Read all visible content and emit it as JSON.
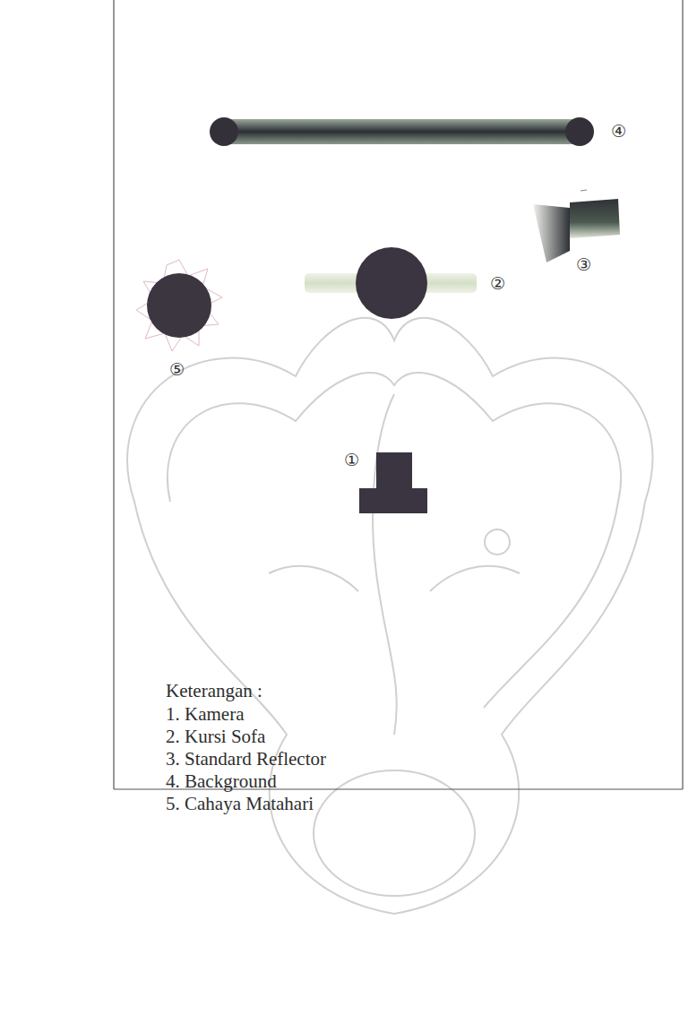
{
  "diagram": {
    "labels": [
      "④",
      "③",
      "②",
      "⑤",
      "①",
      "Keterangan :",
      "1. Kamera",
      "2. Kursi Sofa",
      "3. Standard Reflector",
      "4. Background",
      "5. Cahaya Matahari"
    ]
  }
}
